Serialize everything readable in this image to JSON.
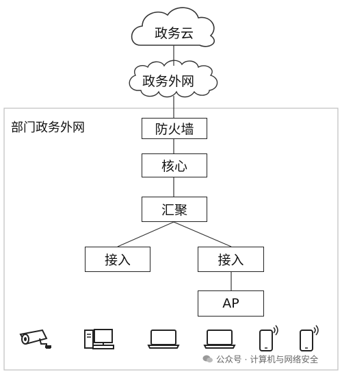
{
  "cloud_top": "政务云",
  "cloud_mid": "政务外网",
  "region_label": "部门政务外网",
  "nodes": {
    "firewall": "防火墙",
    "core": "核心",
    "aggregation": "汇聚",
    "access_left": "接入",
    "access_right": "接入",
    "ap": "AP"
  },
  "devices": [
    "camera-icon",
    "desktop-pc-icon",
    "laptop-icon",
    "laptop-icon",
    "smartphone-icon",
    "smartphone-icon"
  ],
  "watermark": "公众号 · 计算机与网络安全"
}
